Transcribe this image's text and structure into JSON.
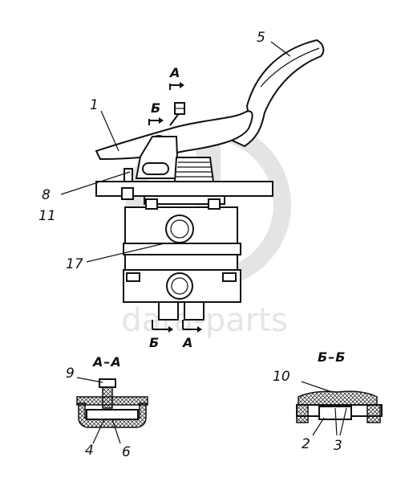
{
  "watermark": {
    "text": "data-parts"
  },
  "callouts": {
    "c1": "1",
    "c2": "2",
    "c3": "3",
    "c4": "4",
    "c5": "5",
    "c6": "6",
    "c8": "8",
    "c9": "9",
    "c10": "10",
    "c11": "11",
    "c17": "17"
  },
  "section_marks": {
    "a_top": "А",
    "b_top": "Б",
    "b_bottom": "Б",
    "a_bottom": "А"
  },
  "section_titles": {
    "aa": "А–А",
    "bb": "Б–Б"
  }
}
